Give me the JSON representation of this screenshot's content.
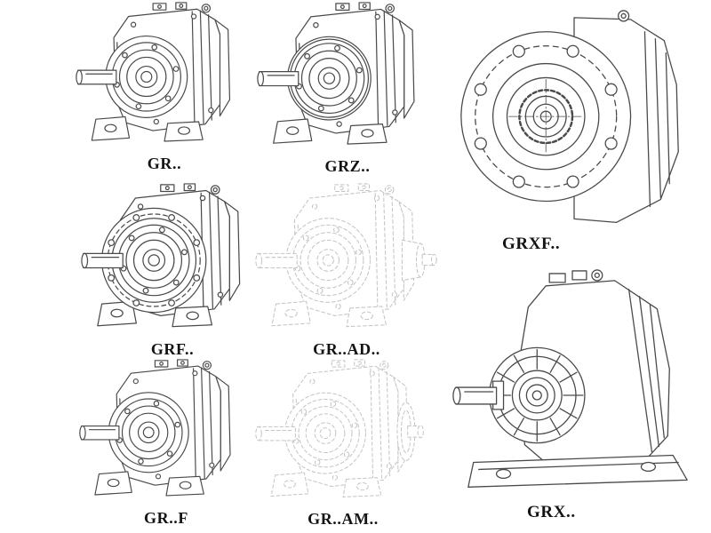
{
  "page": {
    "background": "#ffffff"
  },
  "colors": {
    "line": "#4a4a4a",
    "ghost": "#c4c4c4",
    "label": "#141414"
  },
  "figures": [
    {
      "id": "gr",
      "label": "GR..",
      "drawing": "helical-gearbox-foot-mounted-iso"
    },
    {
      "id": "grz",
      "label": "GRZ..",
      "drawing": "helical-gearbox-reinforced-iso"
    },
    {
      "id": "grxf",
      "label": "GRXF..",
      "drawing": "helical-gearbox-flange-front-view"
    },
    {
      "id": "grf",
      "label": "GRF..",
      "drawing": "helical-gearbox-flange-mounted-iso"
    },
    {
      "id": "grad",
      "label": "GR..AD..",
      "drawing": "helical-gearbox-input-adapter-ghost"
    },
    {
      "id": "grft",
      "label": "GR..F",
      "drawing": "helical-gearbox-foot-flange-iso"
    },
    {
      "id": "gram",
      "label": "GR..AM..",
      "drawing": "helical-gearbox-motor-flange-ghost"
    },
    {
      "id": "grx",
      "label": "GRX..",
      "drawing": "helical-gearbox-ribbed-input-iso"
    }
  ]
}
